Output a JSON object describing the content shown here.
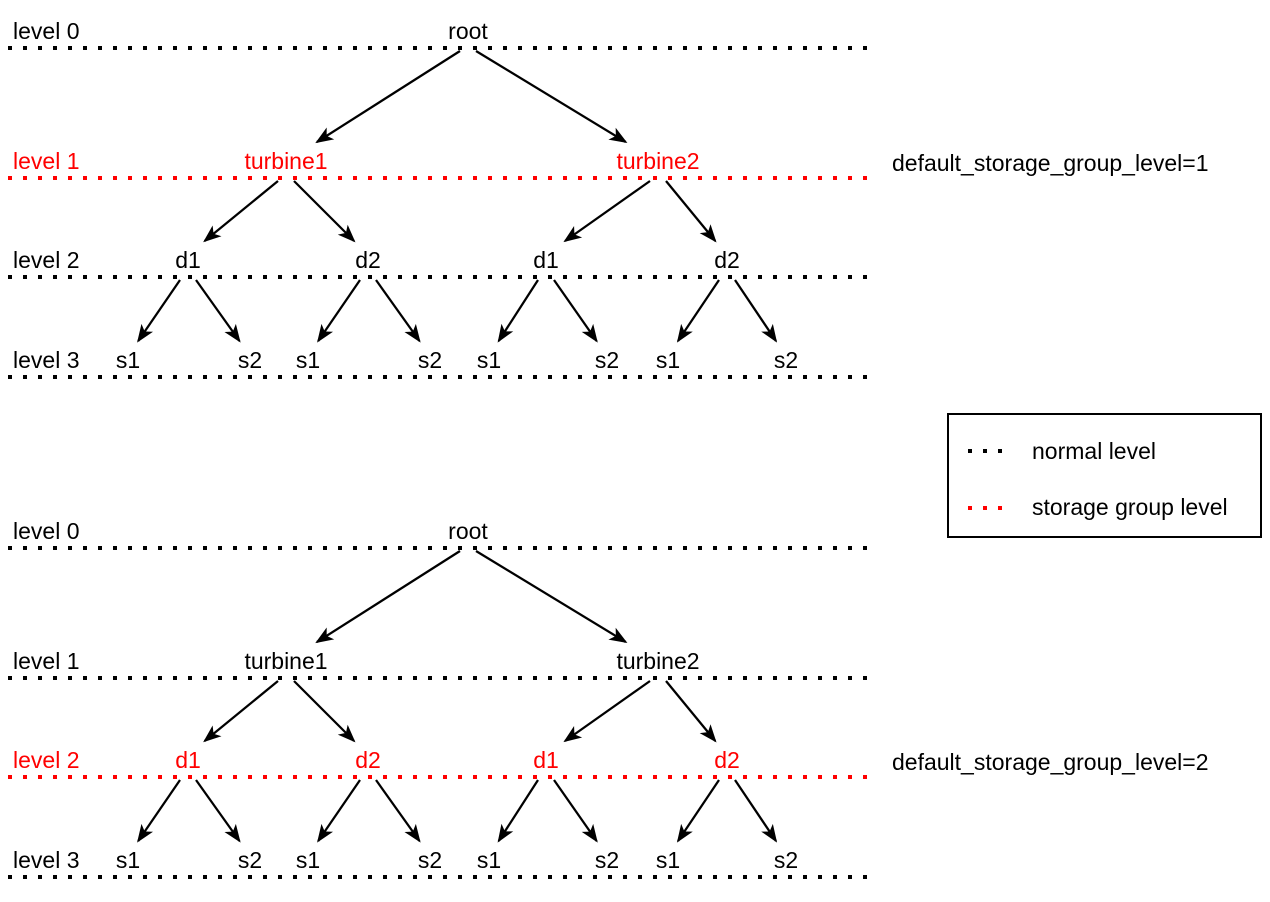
{
  "colors": {
    "normal": "#000000",
    "storage": "#ff0000",
    "background": "#ffffff"
  },
  "legend": {
    "items": [
      {
        "label": "normal level",
        "type": "normal"
      },
      {
        "label": "storage group level",
        "type": "storage"
      }
    ]
  },
  "diagrams": [
    {
      "annotation": "default_storage_group_level=1",
      "levels": [
        {
          "label": "level 0",
          "type": "normal",
          "nodes": [
            "root"
          ]
        },
        {
          "label": "level 1",
          "type": "storage",
          "nodes": [
            "turbine1",
            "turbine2"
          ]
        },
        {
          "label": "level 2",
          "type": "normal",
          "nodes": [
            "d1",
            "d2",
            "d1",
            "d2"
          ]
        },
        {
          "label": "level 3",
          "type": "normal",
          "nodes": [
            "s1",
            "s2",
            "s1",
            "s2",
            "s1",
            "s2",
            "s1",
            "s2"
          ]
        }
      ]
    },
    {
      "annotation": "default_storage_group_level=2",
      "levels": [
        {
          "label": "level 0",
          "type": "normal",
          "nodes": [
            "root"
          ]
        },
        {
          "label": "level 1",
          "type": "normal",
          "nodes": [
            "turbine1",
            "turbine2"
          ]
        },
        {
          "label": "level 2",
          "type": "storage",
          "nodes": [
            "d1",
            "d2",
            "d1",
            "d2"
          ]
        },
        {
          "label": "level 3",
          "type": "normal",
          "nodes": [
            "s1",
            "s2",
            "s1",
            "s2",
            "s1",
            "s2",
            "s1",
            "s2"
          ]
        }
      ]
    }
  ]
}
